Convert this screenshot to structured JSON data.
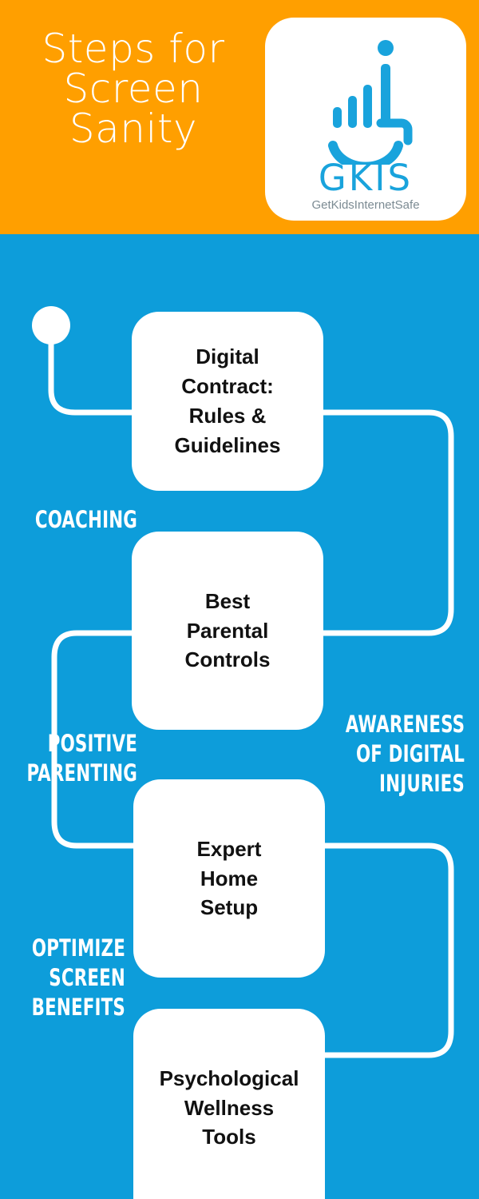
{
  "meta": {
    "orange": "#ff9f00",
    "blue": "#0d9dda",
    "logo_blue": "#19a3dc",
    "white": "#ffffff",
    "text_dark": "#111111",
    "tagline_gray": "#7c8b93"
  },
  "header": {
    "title": "Steps for\nScreen\nSanity",
    "logo": {
      "icon_name": "gkis-hand-bars-smile-icon",
      "wordmark": "GKIS",
      "tagline": "GetKidsInternetSafe"
    }
  },
  "flow": {
    "start_marker_name": "flow-start-dot",
    "nodes": [
      {
        "id": "node-1",
        "text": "Digital\nContract:\nRules &\nGuidelines"
      },
      {
        "id": "node-2",
        "text": "Best\nParental\nControls"
      },
      {
        "id": "node-3",
        "text": "Expert\nHome\nSetup"
      },
      {
        "id": "node-4",
        "text": "Psychological\nWellness\nTools"
      }
    ],
    "labels": [
      {
        "id": "label-coaching",
        "text": "COACHING",
        "side": "left"
      },
      {
        "id": "label-positive",
        "text": "POSITIVE\nPARENTING",
        "side": "left"
      },
      {
        "id": "label-optimize",
        "text": "OPTIMIZE\nSCREEN\nBENEFITS",
        "side": "left"
      },
      {
        "id": "label-awareness",
        "text": "AWARENESS\nOF DIGITAL\nINJURIES",
        "side": "right"
      }
    ]
  }
}
